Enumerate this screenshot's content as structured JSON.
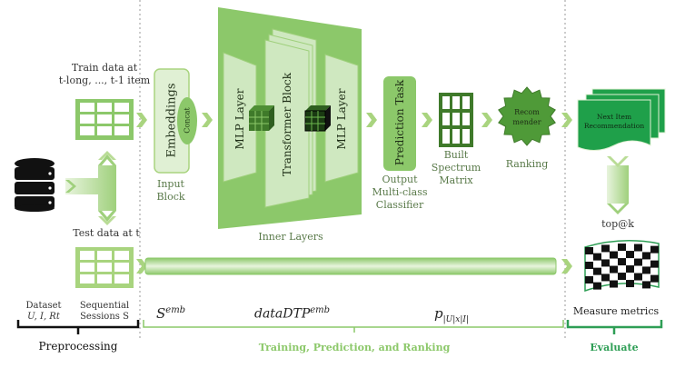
{
  "colors": {
    "light_green": "#8cc86a",
    "mid_green": "#6cb84e",
    "pale_green": "#cfe8c0",
    "dark_green": "#3f7a2a",
    "emerald": "#1fa04a",
    "divider": "#bbbbbb",
    "label_green": "#6aa84f",
    "eval_green": "#2e9e55"
  },
  "preprocessing": {
    "train_label": "Train data at\nt-long, ..., t-1 item",
    "test_label": "Test data at t",
    "dataset_title": "Dataset",
    "dataset_vars": "U, I, Rt",
    "sessions_title": "Sequential",
    "sessions_vars": "Sessions S",
    "section_label": "Preprocessing"
  },
  "input_block": {
    "embeddings": "Embeddings",
    "concat": "Concat",
    "label": "Input\nBlock"
  },
  "inner_layers": {
    "mlp_left": "MLP Layer",
    "transformer": "Transformer Block",
    "mlp_right": "MLP Layer",
    "label": "Inner Layers"
  },
  "prediction": {
    "task": "Prediction Task",
    "label": "Output\nMulti-class\nClassifier"
  },
  "spectrum": {
    "label": "Built\nSpectrum\nMatrix"
  },
  "recommender": {
    "text": "Recom\nmender",
    "label": "Ranking"
  },
  "evaluate": {
    "next_item": "Next Item\nRecommendation",
    "topk": "top@k",
    "metrics": "Measure metrics",
    "section_label": "Evaluate"
  },
  "training": {
    "s_emb": "S",
    "s_emb_sup": "emb",
    "data_dtp": "dataDTP",
    "data_dtp_sup": "emb",
    "p": "p",
    "p_sub": "|U|x|I|",
    "section_label": "Training, Prediction, and Ranking"
  }
}
